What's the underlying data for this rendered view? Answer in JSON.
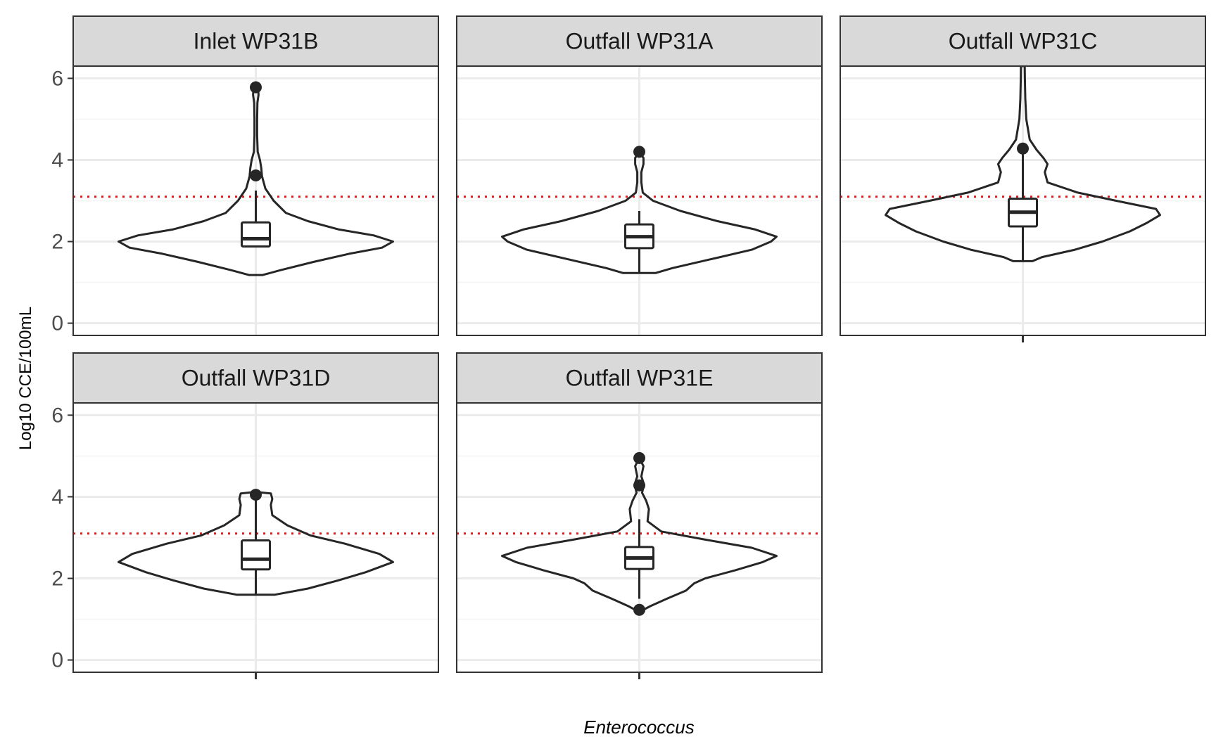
{
  "chart_data": {
    "type": "violin",
    "xlabel": "Enterococcus",
    "ylabel": "Log10 CCE/100mL",
    "ylim": [
      -0.3,
      6.3
    ],
    "yticks": [
      0,
      2,
      4,
      6
    ],
    "reference_line": {
      "y": 3.1,
      "style": "dotted",
      "color": "#e31a1c"
    },
    "grid": true,
    "layout": {
      "ncol": 3,
      "nrow": 2
    },
    "colors": {
      "outline": "#262626",
      "strip_bg": "#d9d9d9",
      "grid_major": "#ebebeb",
      "grid_minor": "#f4f4f4",
      "point": "#262626"
    },
    "panels": [
      {
        "label": "Inlet WP31B",
        "box": {
          "q1": 1.88,
          "median": 2.07,
          "q3": 2.47,
          "whisker_low": 1.88,
          "whisker_high": 3.25
        },
        "outliers": [
          3.62,
          5.78
        ],
        "violin": [
          [
            1.18,
            0.05
          ],
          [
            1.3,
            0.18
          ],
          [
            1.5,
            0.42
          ],
          [
            1.7,
            0.68
          ],
          [
            1.85,
            0.92
          ],
          [
            2.0,
            1.0
          ],
          [
            2.15,
            0.86
          ],
          [
            2.3,
            0.6
          ],
          [
            2.5,
            0.38
          ],
          [
            2.7,
            0.22
          ],
          [
            3.0,
            0.13
          ],
          [
            3.3,
            0.07
          ],
          [
            3.6,
            0.045
          ],
          [
            3.8,
            0.04
          ],
          [
            4.0,
            0.03
          ],
          [
            4.2,
            0.014
          ],
          [
            4.6,
            0.01
          ],
          [
            5.0,
            0.01
          ],
          [
            5.4,
            0.012
          ],
          [
            5.6,
            0.02
          ],
          [
            5.72,
            0.017
          ],
          [
            5.8,
            0.0
          ]
        ]
      },
      {
        "label": "Outfall WP31A",
        "box": {
          "q1": 1.84,
          "median": 2.12,
          "q3": 2.42,
          "whisker_low": 1.23,
          "whisker_high": 2.75
        },
        "outliers": [
          4.2
        ],
        "violin": [
          [
            1.23,
            0.12
          ],
          [
            1.35,
            0.24
          ],
          [
            1.55,
            0.5
          ],
          [
            1.8,
            0.82
          ],
          [
            2.0,
            0.96
          ],
          [
            2.12,
            1.0
          ],
          [
            2.3,
            0.84
          ],
          [
            2.5,
            0.57
          ],
          [
            2.75,
            0.3
          ],
          [
            3.0,
            0.1
          ],
          [
            3.2,
            0.025
          ],
          [
            3.45,
            0.015
          ],
          [
            3.7,
            0.015
          ],
          [
            3.9,
            0.03
          ],
          [
            4.05,
            0.03
          ],
          [
            4.2,
            0.0
          ]
        ]
      },
      {
        "label": "Outfall WP31C",
        "box": {
          "q1": 2.37,
          "median": 2.72,
          "q3": 3.05,
          "whisker_low": 1.52,
          "whisker_high": 4.28
        },
        "outliers": [
          4.28
        ],
        "violin": [
          [
            1.52,
            0.07
          ],
          [
            1.62,
            0.14
          ],
          [
            1.8,
            0.38
          ],
          [
            2.0,
            0.58
          ],
          [
            2.25,
            0.78
          ],
          [
            2.45,
            0.9
          ],
          [
            2.65,
            1.0
          ],
          [
            2.8,
            0.97
          ],
          [
            3.0,
            0.68
          ],
          [
            3.2,
            0.4
          ],
          [
            3.45,
            0.18
          ],
          [
            3.7,
            0.16
          ],
          [
            3.9,
            0.18
          ],
          [
            4.05,
            0.15
          ],
          [
            4.25,
            0.1
          ],
          [
            4.5,
            0.05
          ],
          [
            5.0,
            0.025
          ],
          [
            5.5,
            0.018
          ],
          [
            6.0,
            0.015
          ],
          [
            6.3,
            0.014
          ]
        ]
      },
      {
        "label": "Outfall WP31D",
        "box": {
          "q1": 2.22,
          "median": 2.47,
          "q3": 2.93,
          "whisker_low": 1.6,
          "whisker_high": 4.05
        },
        "outliers": [
          4.05
        ],
        "violin": [
          [
            1.6,
            0.14
          ],
          [
            1.75,
            0.38
          ],
          [
            1.95,
            0.6
          ],
          [
            2.15,
            0.8
          ],
          [
            2.4,
            1.0
          ],
          [
            2.6,
            0.9
          ],
          [
            2.85,
            0.65
          ],
          [
            3.05,
            0.4
          ],
          [
            3.3,
            0.23
          ],
          [
            3.55,
            0.12
          ],
          [
            3.8,
            0.11
          ],
          [
            3.95,
            0.12
          ],
          [
            4.08,
            0.11
          ],
          [
            4.12,
            0.0
          ]
        ]
      },
      {
        "label": "Outfall WP31E",
        "box": {
          "q1": 2.23,
          "median": 2.5,
          "q3": 2.77,
          "whisker_low": 1.5,
          "whisker_high": 3.45
        },
        "outliers": [
          1.23,
          4.28,
          4.95
        ],
        "violin": [
          [
            1.23,
            0.03
          ],
          [
            1.32,
            0.08
          ],
          [
            1.5,
            0.2
          ],
          [
            1.7,
            0.34
          ],
          [
            1.88,
            0.4
          ],
          [
            2.0,
            0.48
          ],
          [
            2.2,
            0.7
          ],
          [
            2.4,
            0.9
          ],
          [
            2.55,
            1.0
          ],
          [
            2.75,
            0.82
          ],
          [
            2.95,
            0.48
          ],
          [
            3.15,
            0.16
          ],
          [
            3.4,
            0.06
          ],
          [
            3.7,
            0.07
          ],
          [
            3.9,
            0.05
          ],
          [
            4.1,
            0.02
          ],
          [
            4.3,
            0.035
          ],
          [
            4.5,
            0.015
          ],
          [
            4.75,
            0.03
          ],
          [
            4.95,
            0.0
          ]
        ]
      }
    ]
  }
}
